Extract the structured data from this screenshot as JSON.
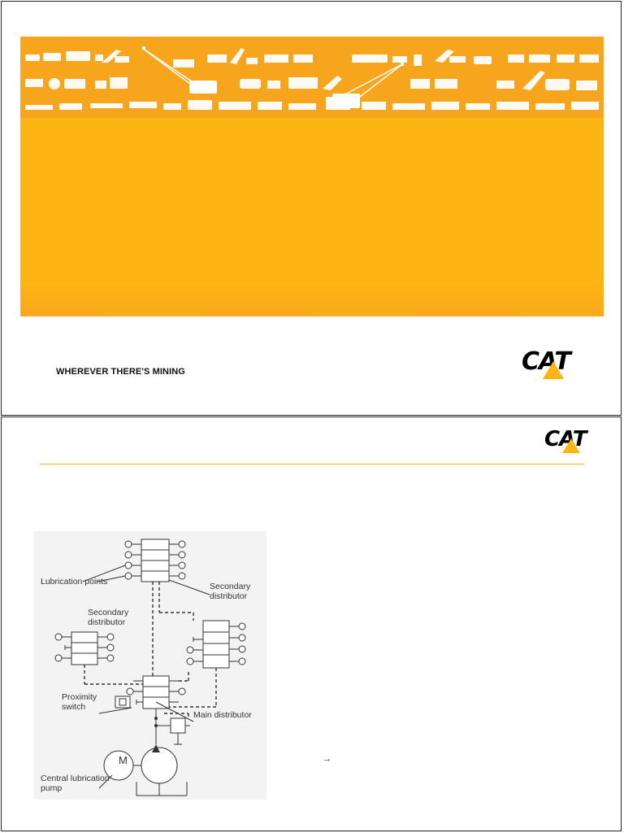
{
  "slide1": {
    "tagline": "WHEREVER THERE'S MINING",
    "brand": "CAT",
    "colors": {
      "banner": "#FDB515",
      "banner_top": "#F7A51C",
      "rule": "#FDB515"
    }
  },
  "slide2": {
    "brand": "CAT",
    "arrow": "→",
    "diagram": {
      "labels": {
        "lubrication_points": "Lubrication points",
        "secondary_distributor_top": "Secondary distributor",
        "secondary_distributor_left": "Secondary distributor",
        "proximity_switch": "Proximity switch",
        "main_distributor": "Main distributor",
        "central_lubrication_pump": "Central lubrication pump",
        "motor": "M"
      }
    }
  }
}
